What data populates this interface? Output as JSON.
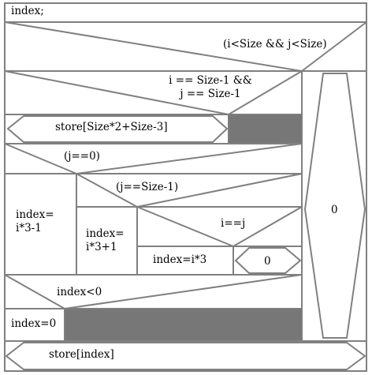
{
  "diagram": {
    "init": "index;",
    "cond_loop": "(i<Size && j<Size)",
    "cond_last": "i == Size-1 &&\nj == Size-1",
    "store_last": "store[Size*2+Size-3]",
    "cond_j0": "(j==0)",
    "index_j0": "index=\ni*3-1",
    "cond_jlast": "(j==Size-1)",
    "index_jlast": "index=\ni*3+1",
    "cond_ij": "i==j",
    "index_ij": "index=i*3",
    "zero_inner": "0",
    "zero_right": "0",
    "cond_neg": "index<0",
    "index_zero": "index=0",
    "store_index": "store[index]"
  }
}
